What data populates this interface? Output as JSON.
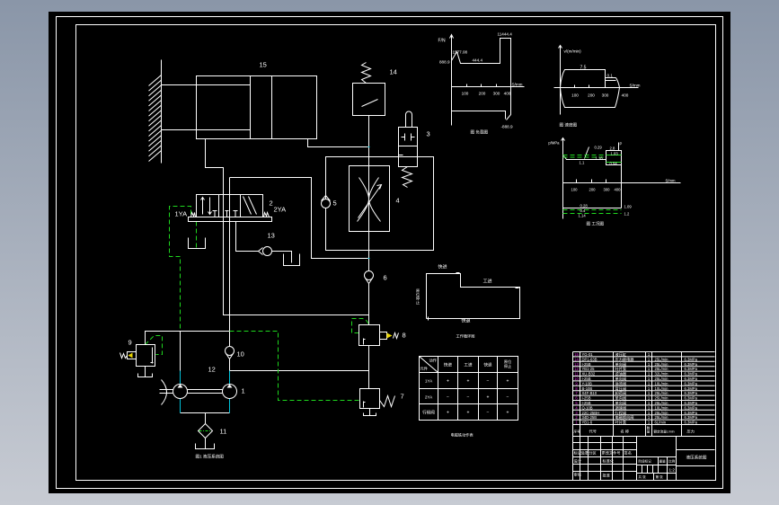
{
  "colors": {
    "viewer_background_top": "#8a96a8",
    "viewer_background_bottom": "#c7cbd3",
    "drawing_background": "#000000",
    "geometry": "#ffffff",
    "pilot_line": "#1ed81e",
    "pipe_highlight": "#00c0d8",
    "item_number": "#e020e0",
    "adjust_knob": "#e8d400"
  },
  "circuit": {
    "labels": {
      "cylinder": "15",
      "pressure_relay": "14",
      "travel_valve": "3",
      "speed_control_valve": "4",
      "check_valve_5": "5",
      "check_valve_6": "6",
      "directional_valve": "2",
      "solenoid_1": "1YA",
      "solenoid_2": "2YA",
      "check_valve_13": "13",
      "back_pressure_valve": "8",
      "unloading_valve": "7",
      "relief_valve": "9",
      "check_valve_10": "10",
      "pump_large": "12",
      "pump_small": "1",
      "filter": "11"
    },
    "caption": "图1 液压系统图"
  },
  "load_chart": {
    "y_axis_label": "F/N",
    "x_axis_label": "S/mm",
    "x_ticks": [
      "100",
      "200",
      "300",
      "400"
    ],
    "annotations": {
      "start_force": "888.9",
      "peak_force": "1577.08",
      "feed_force": "444.4",
      "max_force": "11444.4",
      "return_force": "-888.9"
    },
    "caption": "图 负载图"
  },
  "velocity_chart": {
    "y_axis_label": "v/(m/min)",
    "x_axis_label": "S/mm",
    "x_ticks": [
      "100",
      "200",
      "300",
      "400"
    ],
    "annotations": {
      "fast_speed": "7.5",
      "feed_speed": "0.1"
    },
    "caption": "图 速度图"
  },
  "condition_chart": {
    "y_axis_label": "p/MPa",
    "x_axis_label": "S/mm",
    "x_ticks": [
      "100",
      "200",
      "300",
      "400"
    ],
    "annotations": [
      "0.29",
      "2.8",
      "1.16",
      "1.03",
      "0.94",
      "1.1",
      "0.28",
      "0.4",
      "1.14",
      "1.09",
      "1.2",
      "P"
    ],
    "caption": "图 工况图"
  },
  "work_cycle": {
    "fast_forward": "快进",
    "work_feed": "工进",
    "home_stop": "原位停止",
    "fast_return": "快退",
    "caption": "工作循环图"
  },
  "solenoid_table": {
    "corner_action": "动作",
    "corner_element": "元件",
    "columns": [
      "快进",
      "工进",
      "快退",
      "原位停止"
    ],
    "rows": [
      {
        "label": "1YA",
        "cells": [
          "+",
          "+",
          "−",
          "+"
        ]
      },
      {
        "label": "2YA",
        "cells": [
          "−",
          "−",
          "+",
          "−"
        ]
      },
      {
        "label": "行程阀",
        "cells": [
          "+",
          "+",
          "−",
          "+"
        ]
      }
    ],
    "caption": "电磁铁动作表"
  },
  "parts_list": {
    "headers": {
      "no": "序号",
      "code": "代号",
      "name": "名  称",
      "qty": "数量",
      "flow": "额定流量L/min",
      "pressure": "压力"
    },
    "rows": [
      {
        "no": "15",
        "code": "YG-01",
        "name": "液压缸",
        "qty": "1",
        "flow": "",
        "pressure": ""
      },
      {
        "no": "14",
        "code": "DP1-63B",
        "name": "压力继电器",
        "qty": "1",
        "flow": "25L/min",
        "pressure": "6.3MPa"
      },
      {
        "no": "13",
        "code": "I-25B",
        "name": "单向阀",
        "qty": "1",
        "flow": "25L/min",
        "pressure": "6.3MPa"
      },
      {
        "no": "12",
        "code": "YB1-25",
        "name": "叶片泵",
        "qty": "1",
        "flow": "25L/min",
        "pressure": "6.3MPa"
      },
      {
        "no": "11",
        "code": "XU-B32",
        "name": "滤油器",
        "qty": "1",
        "flow": "32L/min",
        "pressure": "6.3MPa"
      },
      {
        "no": "10",
        "code": "I-25B",
        "name": "单向阀",
        "qty": "1",
        "flow": "25L/min",
        "pressure": "6.3MPa"
      },
      {
        "no": "9",
        "code": "Y-10B",
        "name": "溢流阀",
        "qty": "1",
        "flow": "10L/min",
        "pressure": "6.3MPa"
      },
      {
        "no": "8",
        "code": "B-10B",
        "name": "背压阀",
        "qty": "1",
        "flow": "10L/min",
        "pressure": "6.3MPa"
      },
      {
        "no": "7",
        "code": "X4F-B10",
        "name": "卸荷阀",
        "qty": "1",
        "flow": "25L/min",
        "pressure": "6.3MPa"
      },
      {
        "no": "6",
        "code": "I-25B",
        "name": "单向阀",
        "qty": "1",
        "flow": "25L/min",
        "pressure": "6.3MPa"
      },
      {
        "no": "5",
        "code": "I-25B",
        "name": "单向阀",
        "qty": "1",
        "flow": "25L/min",
        "pressure": "6.3MPa"
      },
      {
        "no": "4",
        "code": "Q-10B",
        "name": "调速阀",
        "qty": "1",
        "flow": "10L/min",
        "pressure": "6.3MPa"
      },
      {
        "no": "3",
        "code": "22C-25BH",
        "name": "行程阀",
        "qty": "1",
        "flow": "25L/min",
        "pressure": "6.3MPa"
      },
      {
        "no": "2",
        "code": "34D-25B",
        "name": "电磁换向阀",
        "qty": "1",
        "flow": "25L/min",
        "pressure": "6.3MPa"
      },
      {
        "no": "1",
        "code": "YB1-6",
        "name": "叶片泵",
        "qty": "1",
        "flow": "6L/min",
        "pressure": "6.3MPa"
      }
    ]
  },
  "title_block": {
    "revision_header": "标记处数分区",
    "change_doc": "更改文件号",
    "signature": "签名",
    "designer": "设计",
    "standardization": "标准化",
    "checker": "审核",
    "approver": "批准",
    "stage_mark": "阶段标记",
    "weight": "重量",
    "scale_label": "比例",
    "scale": "1:2",
    "sheet_total": "共 张",
    "sheet_index": "第 张",
    "drawing_title": "液压系统图"
  }
}
